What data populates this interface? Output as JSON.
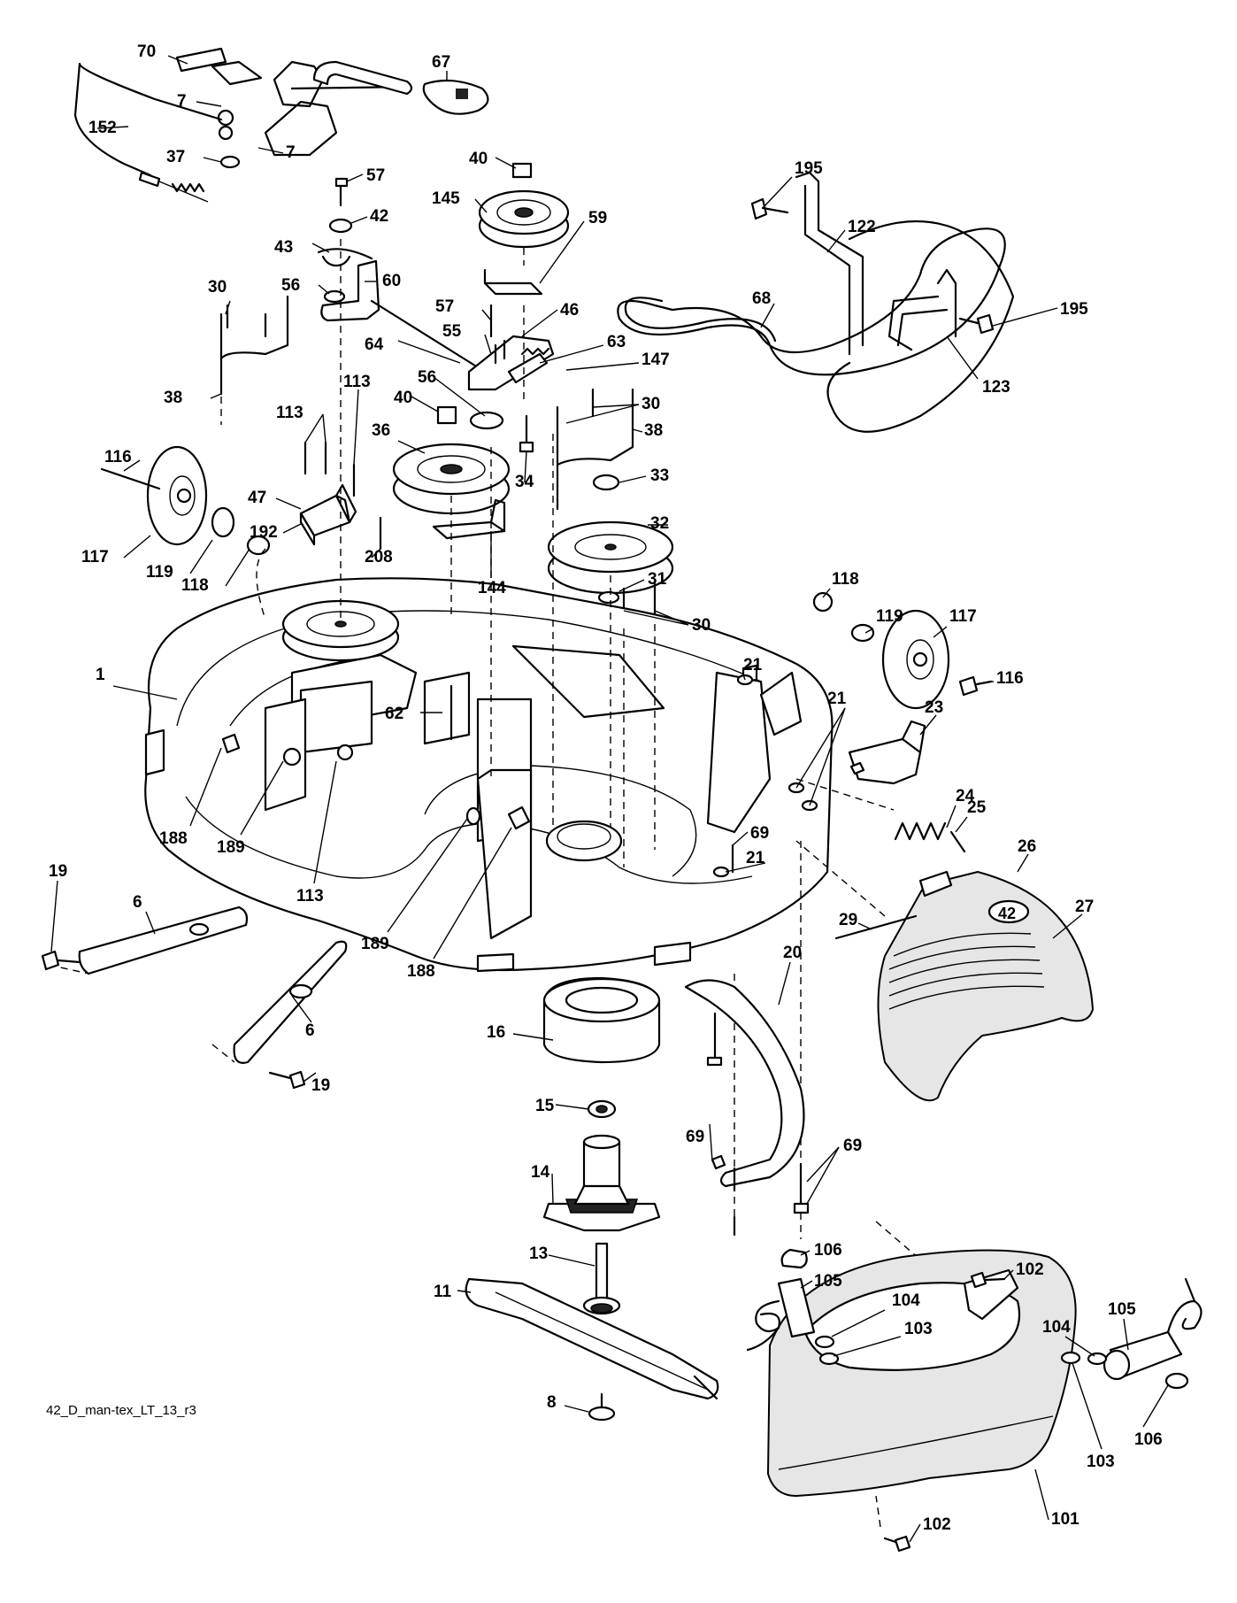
{
  "diagram": {
    "caption": "42_D_man-tex_LT_13_r3",
    "deck_badge_text": "42",
    "callouts": [
      {
        "id": "c70",
        "text": "70"
      },
      {
        "id": "c67",
        "text": "67"
      },
      {
        "id": "c7a",
        "text": "7"
      },
      {
        "id": "c152",
        "text": "152"
      },
      {
        "id": "c7b",
        "text": "7"
      },
      {
        "id": "c37",
        "text": "37"
      },
      {
        "id": "c40a",
        "text": "40"
      },
      {
        "id": "c57a",
        "text": "57"
      },
      {
        "id": "c195a",
        "text": "195"
      },
      {
        "id": "c145",
        "text": "145"
      },
      {
        "id": "c42",
        "text": "42"
      },
      {
        "id": "c122",
        "text": "122"
      },
      {
        "id": "c59",
        "text": "59"
      },
      {
        "id": "c43",
        "text": "43"
      },
      {
        "id": "c60",
        "text": "60"
      },
      {
        "id": "c56a",
        "text": "56"
      },
      {
        "id": "c68",
        "text": "68"
      },
      {
        "id": "c30a",
        "text": "30"
      },
      {
        "id": "c195b",
        "text": "195"
      },
      {
        "id": "c57b",
        "text": "57"
      },
      {
        "id": "c46",
        "text": "46"
      },
      {
        "id": "c55",
        "text": "55"
      },
      {
        "id": "c63",
        "text": "63"
      },
      {
        "id": "c64",
        "text": "64"
      },
      {
        "id": "c147",
        "text": "147"
      },
      {
        "id": "c123",
        "text": "123"
      },
      {
        "id": "c113a",
        "text": "113"
      },
      {
        "id": "c56b",
        "text": "56"
      },
      {
        "id": "c38a",
        "text": "38"
      },
      {
        "id": "c40b",
        "text": "40"
      },
      {
        "id": "c30b",
        "text": "30"
      },
      {
        "id": "c113b",
        "text": "113"
      },
      {
        "id": "c36",
        "text": "36"
      },
      {
        "id": "c38b",
        "text": "38"
      },
      {
        "id": "c116a",
        "text": "116"
      },
      {
        "id": "c34",
        "text": "34"
      },
      {
        "id": "c33",
        "text": "33"
      },
      {
        "id": "c47",
        "text": "47"
      },
      {
        "id": "c32",
        "text": "32"
      },
      {
        "id": "c192",
        "text": "192"
      },
      {
        "id": "c117a",
        "text": "117"
      },
      {
        "id": "c208",
        "text": "208"
      },
      {
        "id": "c119a",
        "text": "119"
      },
      {
        "id": "c144",
        "text": "144"
      },
      {
        "id": "c31",
        "text": "31"
      },
      {
        "id": "c118a",
        "text": "118"
      },
      {
        "id": "c118b",
        "text": "118"
      },
      {
        "id": "c30c",
        "text": "30"
      },
      {
        "id": "c119b",
        "text": "119"
      },
      {
        "id": "c117b",
        "text": "117"
      },
      {
        "id": "c1",
        "text": "1"
      },
      {
        "id": "c21a",
        "text": "21"
      },
      {
        "id": "c116b",
        "text": "116"
      },
      {
        "id": "c62",
        "text": "62"
      },
      {
        "id": "c21b",
        "text": "21"
      },
      {
        "id": "c23",
        "text": "23"
      },
      {
        "id": "c24",
        "text": "24"
      },
      {
        "id": "c69a",
        "text": "69"
      },
      {
        "id": "c25",
        "text": "25"
      },
      {
        "id": "c188a",
        "text": "188"
      },
      {
        "id": "c189a",
        "text": "189"
      },
      {
        "id": "c21c",
        "text": "21"
      },
      {
        "id": "c26",
        "text": "26"
      },
      {
        "id": "c19a",
        "text": "19"
      },
      {
        "id": "c113c",
        "text": "113"
      },
      {
        "id": "c27",
        "text": "27"
      },
      {
        "id": "c6a",
        "text": "6"
      },
      {
        "id": "c29",
        "text": "29"
      },
      {
        "id": "c189b",
        "text": "189"
      },
      {
        "id": "c20",
        "text": "20"
      },
      {
        "id": "c188b",
        "text": "188"
      },
      {
        "id": "c6b",
        "text": "6"
      },
      {
        "id": "c16",
        "text": "16"
      },
      {
        "id": "c19b",
        "text": "19"
      },
      {
        "id": "c15",
        "text": "15"
      },
      {
        "id": "c69b",
        "text": "69"
      },
      {
        "id": "c69c",
        "text": "69"
      },
      {
        "id": "c14",
        "text": "14"
      },
      {
        "id": "c106a",
        "text": "106"
      },
      {
        "id": "c13",
        "text": "13"
      },
      {
        "id": "c102a",
        "text": "102"
      },
      {
        "id": "c105a",
        "text": "105"
      },
      {
        "id": "c104a",
        "text": "104"
      },
      {
        "id": "c104b",
        "text": "104"
      },
      {
        "id": "c105b",
        "text": "105"
      },
      {
        "id": "c11",
        "text": "11"
      },
      {
        "id": "c103a",
        "text": "103"
      },
      {
        "id": "c8",
        "text": "8"
      },
      {
        "id": "c106b",
        "text": "106"
      },
      {
        "id": "c103b",
        "text": "103"
      },
      {
        "id": "c101",
        "text": "101"
      },
      {
        "id": "c102b",
        "text": "102"
      }
    ]
  }
}
